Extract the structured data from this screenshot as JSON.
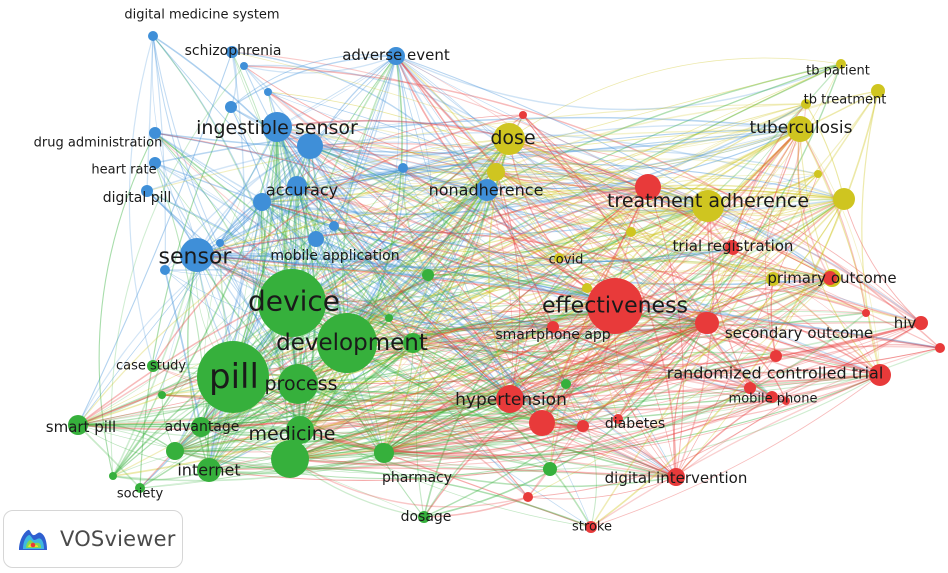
{
  "software_label": "VOSviewer",
  "colors": {
    "blue": "#3f8fd8",
    "green": "#36b03c",
    "yellow": "#cfc520",
    "red": "#e83a3a",
    "background": "#ffffff"
  },
  "clusters": [
    {
      "id": "blue",
      "terms": [
        "digital medicine system",
        "schizophrenia",
        "adverse event",
        "drug administration",
        "ingestible sensor",
        "heart rate",
        "digital pill",
        "accuracy",
        "nonadherence",
        "sensor",
        "mobile application"
      ]
    },
    {
      "id": "green",
      "terms": [
        "device",
        "development",
        "pill",
        "process",
        "case study",
        "medicine",
        "smart pill",
        "advantage",
        "internet",
        "pharmacy",
        "society",
        "dosage"
      ]
    },
    {
      "id": "yellow",
      "terms": [
        "tb patient",
        "tb treatment",
        "dose",
        "tuberculosis",
        "treatment adherence",
        "covid",
        "primary outcome"
      ]
    },
    {
      "id": "red",
      "terms": [
        "trial registration",
        "effectiveness",
        "smartphone app",
        "secondary outcome",
        "hiv",
        "randomized controlled trial",
        "hypertension",
        "mobile phone",
        "diabetes",
        "digital intervention",
        "stroke"
      ]
    }
  ]
}
